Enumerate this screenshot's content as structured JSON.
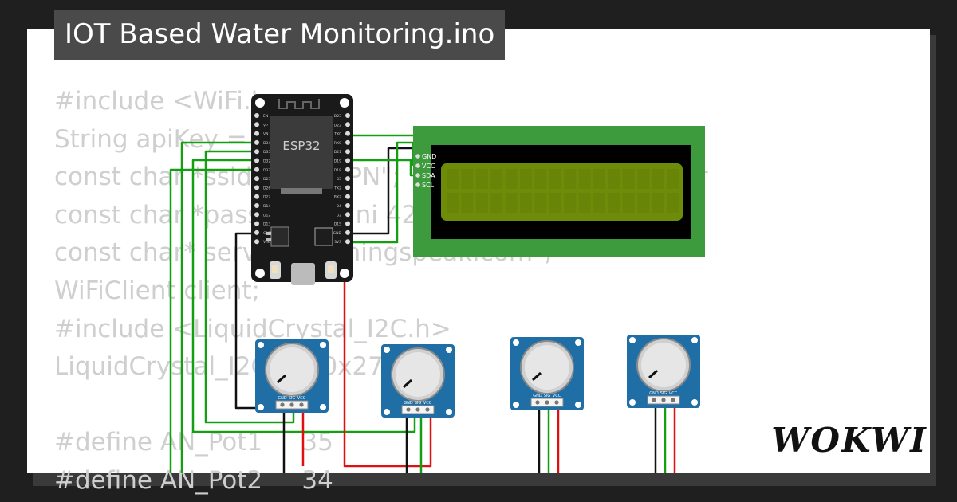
{
  "title": "IOT Based Water Monitoring.ino",
  "code_lines": [
    "#include <WiFi.h>",
    "String apiKey = \"09RKY          ter your Write API",
    "const char *ssid = \"      PN\";             eplace with your",
    "const char *pass = \"      ni 42",
    "const char* serv          thingspeak.com\";",
    "WiFiClient client;",
    "#include <LiquidCrystal_I2C.h>",
    "LiquidCrystal_I2C lcd(0x27,",
    "",
    "#define AN_Pot1     35",
    "#define AN_Pot2     34"
  ],
  "esp32": {
    "label": "ESP32",
    "left_pins": [
      "EN",
      "VP",
      "VN",
      "D34",
      "D35",
      "D32",
      "D33",
      "D25",
      "D26",
      "D27",
      "D14",
      "D12",
      "D13",
      "GND",
      "VIN"
    ],
    "right_pins": [
      "D23",
      "D22",
      "TX0",
      "RX0",
      "D21",
      "D19",
      "D18",
      "D5",
      "TX2",
      "RX2",
      "D4",
      "D2",
      "D15",
      "GND",
      "3V3"
    ]
  },
  "lcd": {
    "pins": [
      "GND",
      "VCC",
      "SDA",
      "SCL"
    ],
    "board_color": "#3d9b3d",
    "screen_color": "#6e8c09"
  },
  "potentiometers": [
    {
      "pins": [
        "GND",
        "SIG",
        "VCC"
      ]
    },
    {
      "pins": [
        "GND",
        "SIG",
        "VCC"
      ]
    },
    {
      "pins": [
        "GND",
        "SIG",
        "VCC"
      ]
    },
    {
      "pins": [
        "GND",
        "SIG",
        "VCC"
      ]
    }
  ],
  "wire_colors": {
    "gnd": "#111111",
    "signal": "#12a012",
    "vcc": "#e01010"
  },
  "brand": "WOKWI"
}
